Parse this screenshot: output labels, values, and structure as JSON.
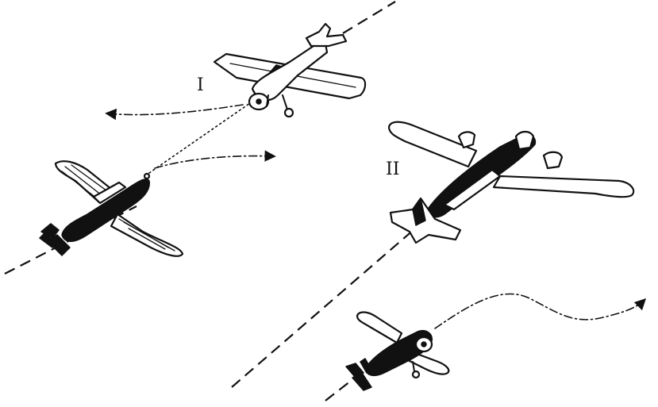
{
  "figure": {
    "labels": {
      "group_one": "I",
      "group_two": "II"
    }
  },
  "colors": {
    "ink": "#111111",
    "paper": "#ffffff"
  },
  "objects": {
    "aircraft": [
      "fighter-left",
      "monoplane-top",
      "bomber-right",
      "fighter-bottom"
    ],
    "paths": [
      "dash-dot-left-arrow",
      "dash-dot-right-arrow",
      "dash-dot-bottom-arrow",
      "dotted-sight-line",
      "dashed-course-line-left",
      "dashed-course-line-right"
    ]
  }
}
